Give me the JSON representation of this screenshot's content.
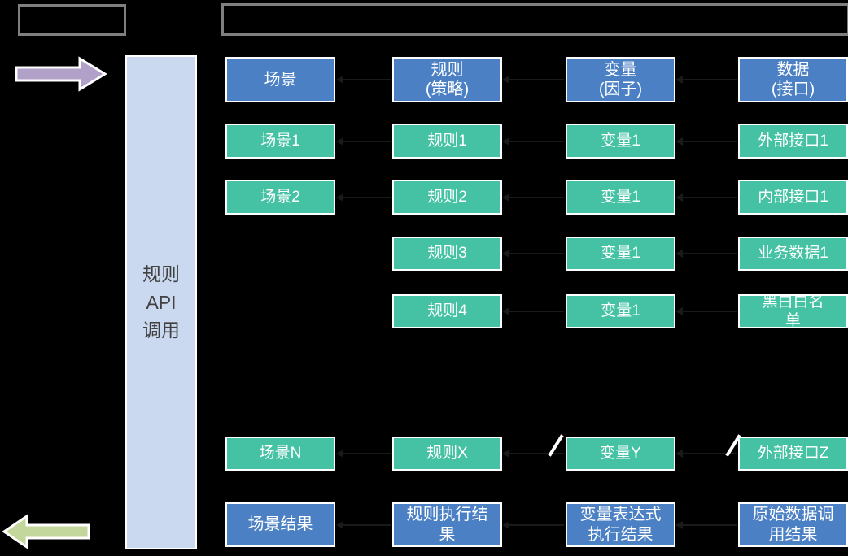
{
  "canvas": {
    "background": "#000000"
  },
  "top_frames": {
    "small_box_label": "",
    "wide_box_label": ""
  },
  "left_bar": {
    "lines": [
      "规则",
      "API",
      "调用"
    ]
  },
  "flow_arrows": {
    "request": {
      "direction": "right",
      "color": "#b1a0c7"
    },
    "response": {
      "direction": "left",
      "color": "#c3d69b"
    }
  },
  "columns": [
    {
      "name": "scene",
      "header_lines": [
        "场景"
      ],
      "items": [
        {
          "row": 0,
          "label": "场景1",
          "lines": [
            "场景1"
          ]
        },
        {
          "row": 1,
          "label": "场景2",
          "lines": [
            "场景2"
          ]
        },
        {
          "row": 4,
          "label": "场景N",
          "lines": [
            "场景N"
          ]
        }
      ],
      "result_label": "场景结果",
      "result_lines": [
        "场景结果"
      ]
    },
    {
      "name": "rule",
      "header_lines": [
        "规则",
        "(策略)"
      ],
      "items": [
        {
          "row": 0,
          "label": "规则1",
          "lines": [
            "规则1"
          ]
        },
        {
          "row": 1,
          "label": "规则2",
          "lines": [
            "规则2"
          ]
        },
        {
          "row": 2,
          "label": "规则3",
          "lines": [
            "规则3"
          ]
        },
        {
          "row": 3,
          "label": "规则4",
          "lines": [
            "规则4"
          ]
        },
        {
          "row": 4,
          "label": "规则X",
          "lines": [
            "规则X"
          ]
        }
      ],
      "result_label": "规则执行结果",
      "result_lines": [
        "规则执行结",
        "果"
      ]
    },
    {
      "name": "variable",
      "header_lines": [
        "变量",
        "(因子)"
      ],
      "items": [
        {
          "row": 0,
          "label": "变量1",
          "lines": [
            "变量1"
          ]
        },
        {
          "row": 1,
          "label": "变量1",
          "lines": [
            "变量1"
          ]
        },
        {
          "row": 2,
          "label": "变量1",
          "lines": [
            "变量1"
          ]
        },
        {
          "row": 3,
          "label": "变量1",
          "lines": [
            "变量1"
          ]
        },
        {
          "row": 4,
          "label": "变量Y",
          "lines": [
            "变量Y"
          ]
        }
      ],
      "result_label": "变量表达式执行结果",
      "result_lines": [
        "变量表达式",
        "执行结果"
      ]
    },
    {
      "name": "data",
      "header_lines": [
        "数据",
        "(接口)"
      ],
      "items": [
        {
          "row": 0,
          "label": "外部接口1",
          "lines": [
            "外部接口1"
          ]
        },
        {
          "row": 1,
          "label": "内部接口1",
          "lines": [
            "内部接口1"
          ]
        },
        {
          "row": 2,
          "label": "业务数据1",
          "lines": [
            "业务数据1"
          ]
        },
        {
          "row": 3,
          "label": "黑白白名单",
          "lines": [
            "黑白白名",
            "单"
          ]
        },
        {
          "row": 4,
          "label": "外部接口Z",
          "lines": [
            "外部接口Z"
          ]
        }
      ],
      "result_label": "原始数据调用结果",
      "result_lines": [
        "原始数据调",
        "用结果"
      ]
    }
  ],
  "colors": {
    "header_box": "#4b80c4",
    "item_box": "#45c1a3",
    "result_box": "#4b80c4",
    "left_bar_bg": "#cad9f0",
    "left_bar_text": "#404040",
    "request_arrow": "#b1a0c7",
    "response_arrow": "#c3d69b",
    "box_border": "#ffffff",
    "frame_border": "#7f7f7f",
    "connector": "#1a1a1a"
  }
}
